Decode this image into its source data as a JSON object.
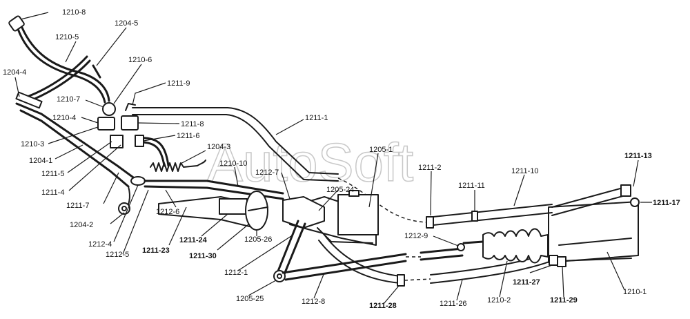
{
  "watermark": "AutoSoft",
  "labels": {
    "l1210_8": "1210-8",
    "l1210_5": "1210-5",
    "l1204_5": "1204-5",
    "l1204_4": "1204-4",
    "l1210_6": "1210-6",
    "l1211_9": "1211-9",
    "l1210_7": "1210-7",
    "l1210_4": "1210-4",
    "l1211_8": "1211-8",
    "l1210_3": "1210-3",
    "l1211_6": "1211-6",
    "l1204_1": "1204-1",
    "l1211_5": "1211-5",
    "l1204_3": "1204-3",
    "l1211_1": "1211-1",
    "l1210_10": "1210-10",
    "l1205_1": "1205-1",
    "l1211_4": "1211-4",
    "l1212_7": "1212-7",
    "l1211_2": "1211-2",
    "l1211_10": "1211-10",
    "l1211_13": "1211-13",
    "l1205_24": "1205-24",
    "l1211_11": "1211-11",
    "l1211_17": "1211-17",
    "l1211_7": "1211-7",
    "l1204_2": "1204-2",
    "l1212_6": "1212-6",
    "l1212_9": "1212-9",
    "l1211_24": "1211-24",
    "l1205_26": "1205-26",
    "l1212_4": "1212-4",
    "l1211_23": "1211-23",
    "l1212_5": "1212-5",
    "l1211_30": "1211-30",
    "l1212_1": "1212-1",
    "l1211_27": "1211-27",
    "l1210_1": "1210-1",
    "l1205_25": "1205-25",
    "l1212_8": "1212-8",
    "l1211_28": "1211-28",
    "l1211_26": "1211-26",
    "l1210_2": "1210-2",
    "l1211_29": "1211-29"
  }
}
